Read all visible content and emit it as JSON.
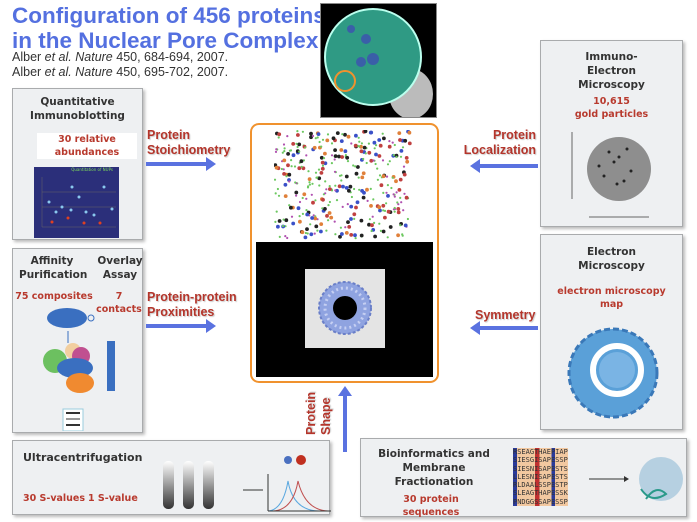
{
  "title": {
    "line1": "Configuration of 456 proteins",
    "line2": "in the Nuclear Pore Complex"
  },
  "citations": [
    {
      "author": "Alber ",
      "etal": "et al.",
      "journal": " Nature",
      "rest": " 450, 684-694, 2007."
    },
    {
      "author": "Alber ",
      "etal": "et al.",
      "journal": " Nature",
      "rest": " 450, 695-702, 2007."
    }
  ],
  "panels": {
    "immunoblotting": {
      "heading": [
        "Quantitative",
        "Immunoblotting"
      ],
      "result": [
        "30 relative",
        "abundances"
      ],
      "plot_title": "Quantitation of NUPs"
    },
    "affinity": {
      "heading1": [
        "Affinity",
        "Purification"
      ],
      "heading2": [
        "Overlay",
        "Assay"
      ],
      "result1": "75 composites",
      "result2": "7 contacts"
    },
    "ultracentrifugation": {
      "heading": "Ultracentrifugation",
      "result1": "30 S-values",
      "result2": "1 S-value"
    },
    "immuno_em": {
      "heading": [
        "Immuno-",
        "Electron",
        "Microscopy"
      ],
      "result": [
        "10,615",
        "gold particles"
      ]
    },
    "em": {
      "heading": [
        "Electron",
        "Microscopy"
      ],
      "result": [
        "electron microscopy",
        "map"
      ]
    },
    "bioinformatics": {
      "heading": [
        "Bioinformatics and",
        "Membrane",
        "Fractionation"
      ],
      "result": [
        "30 protein",
        "sequences"
      ],
      "alignment": [
        "RSEAGTHAEPIAP",
        "SIESGISAPESSP",
        "SIESNISAPESTS",
        "LLESNISAPESTS",
        "RLDAALSSPESTP",
        "SLEAGTHAPESSK",
        "PNDGGSSAPESSP"
      ]
    }
  },
  "links": {
    "stoichiometry": [
      "Protein",
      "Stoichiometry"
    ],
    "proximities": [
      "Protein-protein",
      "Proximities"
    ],
    "localization": [
      "Protein",
      "Localization"
    ],
    "symmetry": "Symmetry",
    "shape": [
      "Protein",
      "Shape"
    ]
  },
  "colors": {
    "title": "#5470e0",
    "result_text": "#b83a2e",
    "arrow": "#5a72e0",
    "center_frame": "#f0922e"
  }
}
